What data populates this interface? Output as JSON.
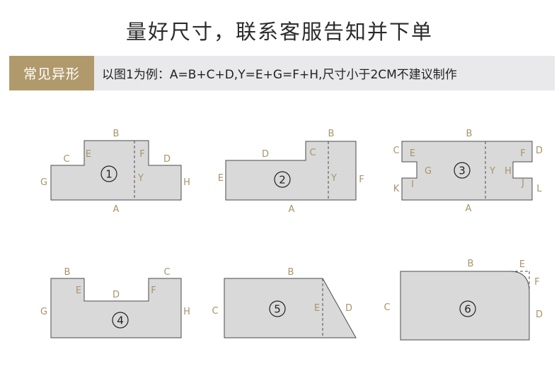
{
  "title": "量好尺寸，联系客服告知并下单",
  "banner": {
    "tag": "常见异形",
    "text": "以图1为例：A=B+C+D,Y=E+G=F+H,尺寸小于2CM不建议制作"
  },
  "shapes": {
    "s1": {
      "number": "1",
      "A": "A",
      "B": "B",
      "C": "C",
      "D": "D",
      "E": "E",
      "F": "F",
      "G": "G",
      "H": "H",
      "Y": "Y"
    },
    "s2": {
      "number": "2",
      "A": "A",
      "B": "B",
      "C": "C",
      "D": "D",
      "E": "E",
      "F": "F",
      "Y": "Y"
    },
    "s3": {
      "number": "3",
      "A": "A",
      "B": "B",
      "C": "C",
      "D": "D",
      "E": "E",
      "F": "F",
      "G": "G",
      "H": "H",
      "I": "I",
      "J": "J",
      "K": "K",
      "L": "L",
      "Y": "Y"
    },
    "s4": {
      "number": "4",
      "B": "B",
      "C": "C",
      "D": "D",
      "E": "E",
      "F": "F",
      "G": "G",
      "H": "H"
    },
    "s5": {
      "number": "5",
      "B": "B",
      "C": "C",
      "D": "D",
      "E": "E"
    },
    "s6": {
      "number": "6",
      "B": "B",
      "C": "C",
      "D": "D",
      "E": "E",
      "F": "F"
    }
  }
}
